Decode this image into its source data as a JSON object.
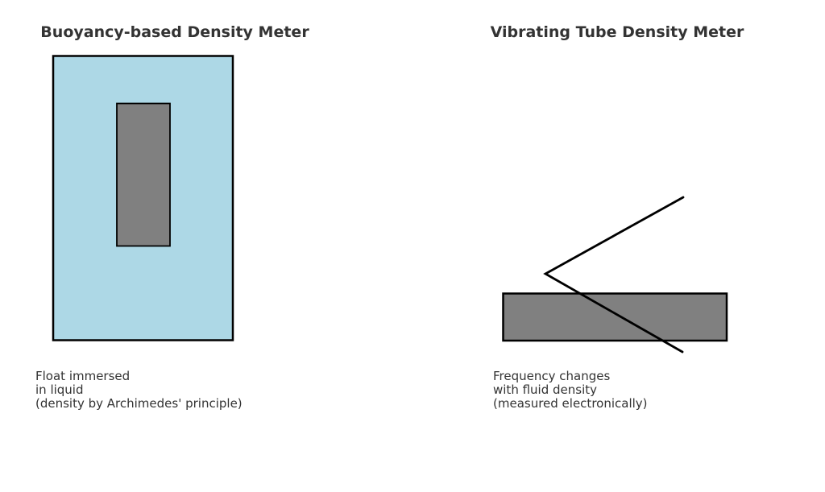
{
  "figure": {
    "background": "#ffffff",
    "text_color": "#333333"
  },
  "panels": [
    {
      "name": "buoyancy",
      "title": "Buoyancy-based Density Meter",
      "caption_lines": [
        "Float immersed",
        "in liquid",
        "(density by Archimedes' principle)"
      ],
      "colors": {
        "liquid": "#ADD8E6",
        "float": "#808080",
        "outline": "#000000"
      }
    },
    {
      "name": "vibrating_tube",
      "title": "Vibrating Tube Density Meter",
      "caption_lines": [
        "Frequency changes",
        "with fluid density",
        "(measured electronically)"
      ],
      "colors": {
        "tube": "#808080",
        "outline": "#000000",
        "vibration_line": "#000000"
      }
    }
  ]
}
